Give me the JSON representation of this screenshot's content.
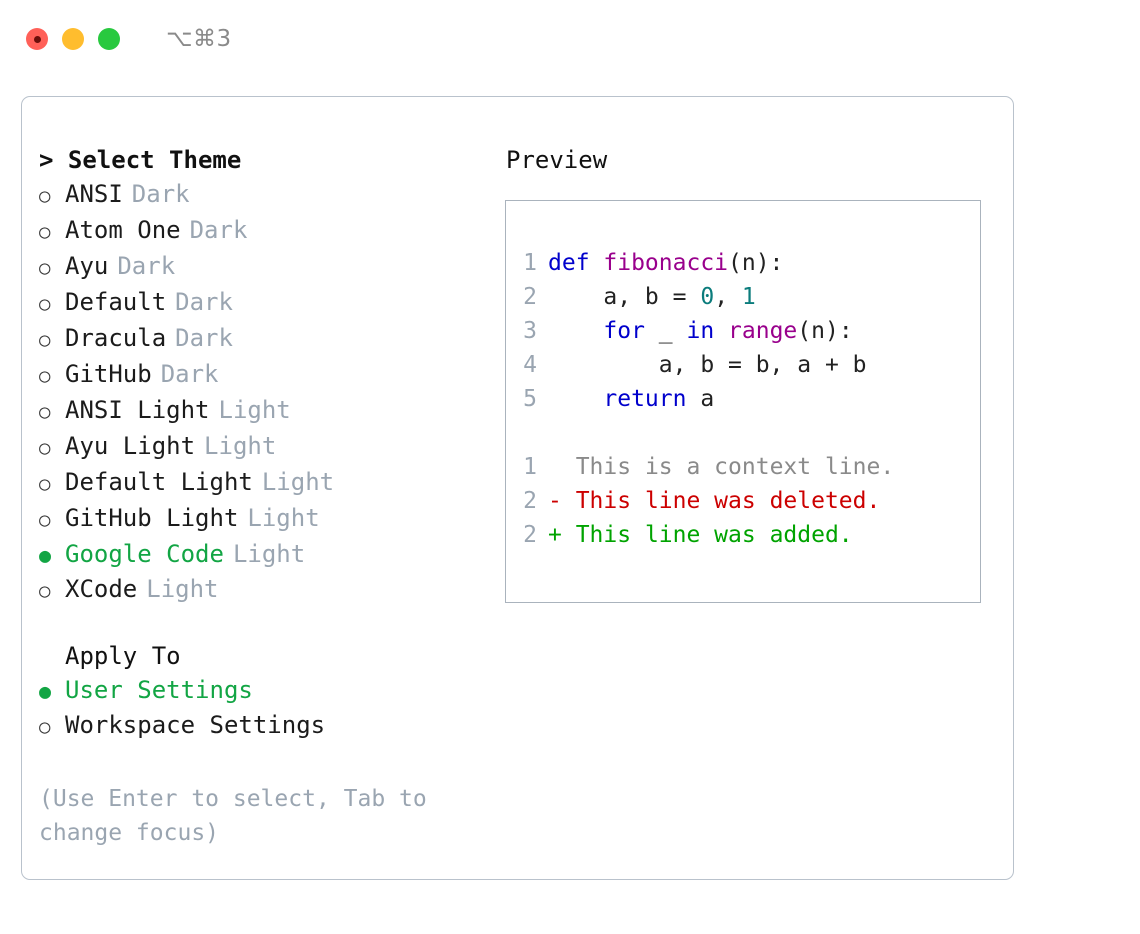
{
  "titlebar": {
    "shortcut": "⌥⌘3",
    "lights": [
      "close",
      "minimize",
      "maximize"
    ]
  },
  "theme_picker": {
    "header": "> Select Theme",
    "items": [
      {
        "bullet": "○",
        "name": "ANSI",
        "tag": "Dark",
        "selected": false
      },
      {
        "bullet": "○",
        "name": "Atom One",
        "tag": "Dark",
        "selected": false
      },
      {
        "bullet": "○",
        "name": "Ayu",
        "tag": "Dark",
        "selected": false
      },
      {
        "bullet": "○",
        "name": "Default",
        "tag": "Dark",
        "selected": false
      },
      {
        "bullet": "○",
        "name": "Dracula",
        "tag": "Dark",
        "selected": false
      },
      {
        "bullet": "○",
        "name": "GitHub",
        "tag": "Dark",
        "selected": false
      },
      {
        "bullet": "○",
        "name": "ANSI Light",
        "tag": "Light",
        "selected": false
      },
      {
        "bullet": "○",
        "name": "Ayu Light",
        "tag": "Light",
        "selected": false
      },
      {
        "bullet": "○",
        "name": "Default Light",
        "tag": "Light",
        "selected": false
      },
      {
        "bullet": "○",
        "name": "GitHub Light",
        "tag": "Light",
        "selected": false
      },
      {
        "bullet": "●",
        "name": "Google Code",
        "tag": "Light",
        "selected": true
      },
      {
        "bullet": "○",
        "name": "XCode",
        "tag": "Light",
        "selected": false
      }
    ]
  },
  "apply_to": {
    "header": "Apply To",
    "items": [
      {
        "bullet": "●",
        "name": "User Settings",
        "selected": true
      },
      {
        "bullet": "○",
        "name": "Workspace Settings",
        "selected": false
      }
    ]
  },
  "hint": "(Use Enter to select, Tab to change focus)",
  "preview": {
    "title": "Preview",
    "code_lines": [
      {
        "no": "1",
        "tokens": [
          {
            "t": "def ",
            "c": "kw"
          },
          {
            "t": "fibonacci",
            "c": "fn"
          },
          {
            "t": "(n):",
            "c": "txt"
          }
        ]
      },
      {
        "no": "2",
        "tokens": [
          {
            "t": "    a, b = ",
            "c": "txt"
          },
          {
            "t": "0",
            "c": "num"
          },
          {
            "t": ", ",
            "c": "txt"
          },
          {
            "t": "1",
            "c": "num"
          }
        ]
      },
      {
        "no": "3",
        "tokens": [
          {
            "t": "    ",
            "c": "txt"
          },
          {
            "t": "for",
            "c": "kw"
          },
          {
            "t": " _ ",
            "c": "txt"
          },
          {
            "t": "in",
            "c": "kw"
          },
          {
            "t": " ",
            "c": "txt"
          },
          {
            "t": "range",
            "c": "fn"
          },
          {
            "t": "(n):",
            "c": "txt"
          }
        ]
      },
      {
        "no": "4",
        "tokens": [
          {
            "t": "        a, b = b, a + b",
            "c": "txt"
          }
        ]
      },
      {
        "no": "5",
        "tokens": [
          {
            "t": "    ",
            "c": "txt"
          },
          {
            "t": "return",
            "c": "kw"
          },
          {
            "t": " a",
            "c": "txt"
          }
        ]
      }
    ],
    "diff_lines": [
      {
        "no": "1",
        "marker": "  ",
        "text": "This is a context line.",
        "kind": "ctx"
      },
      {
        "no": "2",
        "marker": "- ",
        "text": "This line was deleted.",
        "kind": "del"
      },
      {
        "no": "2",
        "marker": "+ ",
        "text": "This line was added.",
        "kind": "add"
      }
    ]
  },
  "colors": {
    "accent_green": "#12A544",
    "muted": "#9aa5b1",
    "keyword": "#0000CC",
    "function": "#99008C",
    "number": "#0B7C7C",
    "deleted": "#CC0000",
    "added": "#00A300",
    "border": "#b9c2cc"
  }
}
